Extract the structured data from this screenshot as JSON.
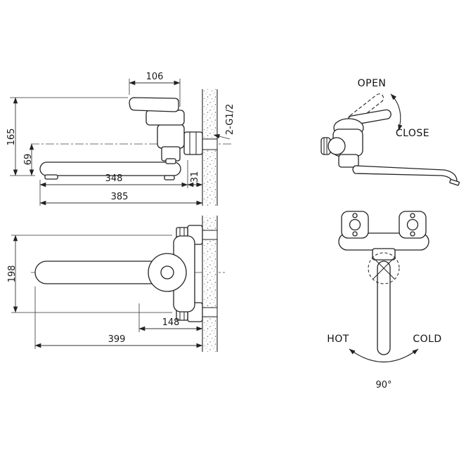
{
  "sheet": {
    "background": "#ffffff",
    "line_color": "#222222"
  },
  "side_view": {
    "dim_handle_width": "106",
    "dim_thread": "2-G1/2",
    "dim_total_height": "165",
    "dim_spout_height": "69",
    "dim_spout_reach": "348",
    "dim_wall_thickness": "31",
    "dim_total_reach": "385"
  },
  "handle_view": {
    "open_label": "OPEN",
    "close_label": "CLOSE"
  },
  "plan_view": {
    "dim_depth": "198",
    "dim_body_reach": "148",
    "dim_total_reach": "399"
  },
  "front_view": {
    "hot_label": "HOT",
    "cold_label": "COLD",
    "angle_label": "90°"
  }
}
